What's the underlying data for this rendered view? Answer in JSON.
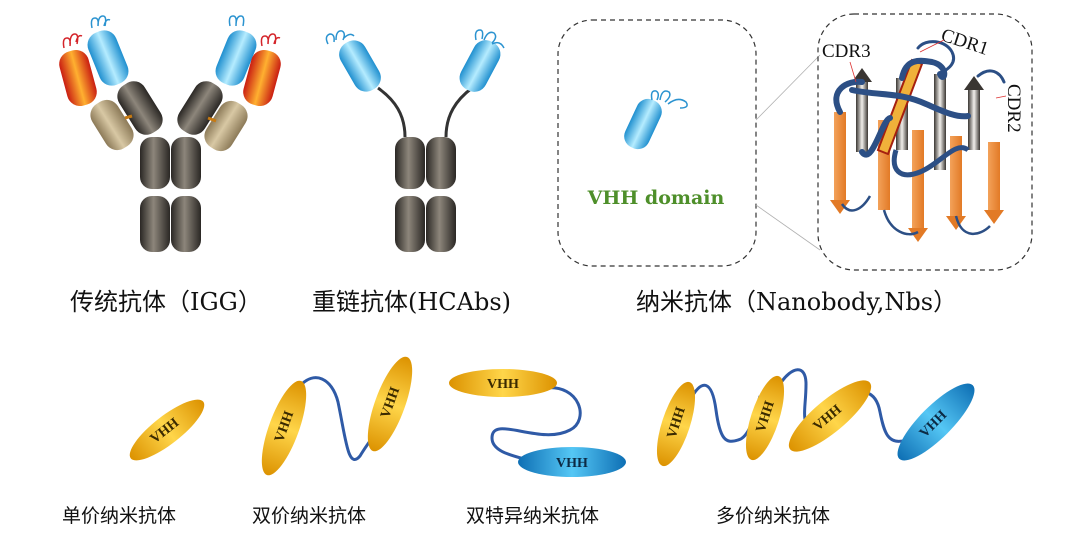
{
  "top_captions": {
    "igg": "传统抗体（IGG）",
    "hcabs": "重链抗体(HCAbs)",
    "nbs": "纳米抗体（Nanobody,Nbs）"
  },
  "inset": {
    "vhh_domain": "VHH domain",
    "cdr1": "CDR1",
    "cdr2": "CDR2",
    "cdr3": "CDR3"
  },
  "formats": {
    "vhh_label": "VHH",
    "monovalent": "单价纳米抗体",
    "bivalent": "双价纳米抗体",
    "bispecific": "双特异纳米抗体",
    "multivalent": "多价纳米抗体"
  },
  "colors": {
    "heavy_chain": "#5f5a52",
    "light_constant": "#b8a680",
    "light_variable": "#e0442a",
    "vhh_cyan": "#58b9e4",
    "nb_yellow": "#f2b21c",
    "nb_blue": "#1e93d6",
    "linker": "#2f5aa6",
    "strand_orange": "#ee8c3b",
    "green_label": "#4e8f2a"
  }
}
